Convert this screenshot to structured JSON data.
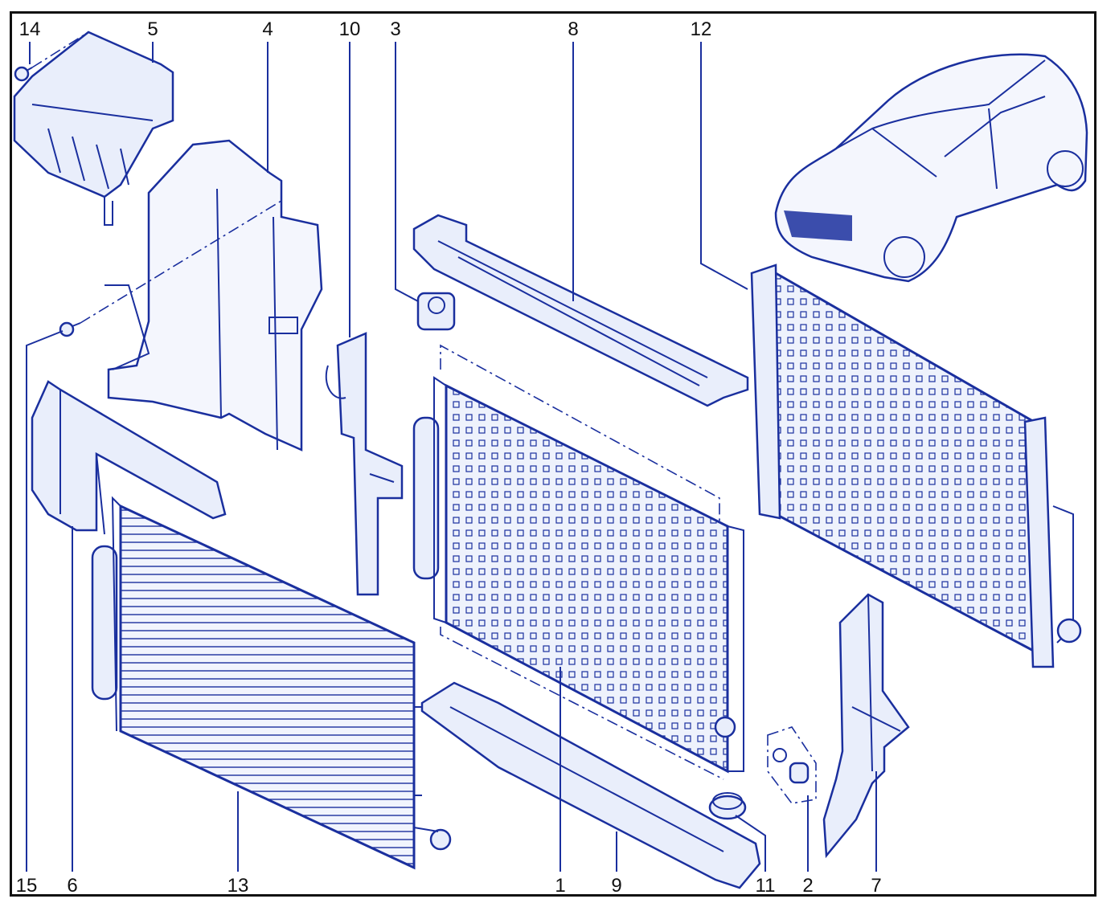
{
  "diagram": {
    "callouts": [
      {
        "id": "14",
        "text": "14"
      },
      {
        "id": "5",
        "text": "5"
      },
      {
        "id": "4",
        "text": "4"
      },
      {
        "id": "10",
        "text": "10"
      },
      {
        "id": "3",
        "text": "3"
      },
      {
        "id": "8",
        "text": "8"
      },
      {
        "id": "12",
        "text": "12"
      },
      {
        "id": "15",
        "text": "15"
      },
      {
        "id": "6",
        "text": "6"
      },
      {
        "id": "13",
        "text": "13"
      },
      {
        "id": "1",
        "text": "1"
      },
      {
        "id": "9",
        "text": "9"
      },
      {
        "id": "11",
        "text": "11"
      },
      {
        "id": "2",
        "text": "2"
      },
      {
        "id": "7",
        "text": "7"
      }
    ],
    "colors": {
      "line": "#1a2f9e",
      "fill": "#e9eefb",
      "text": "#111111"
    }
  }
}
